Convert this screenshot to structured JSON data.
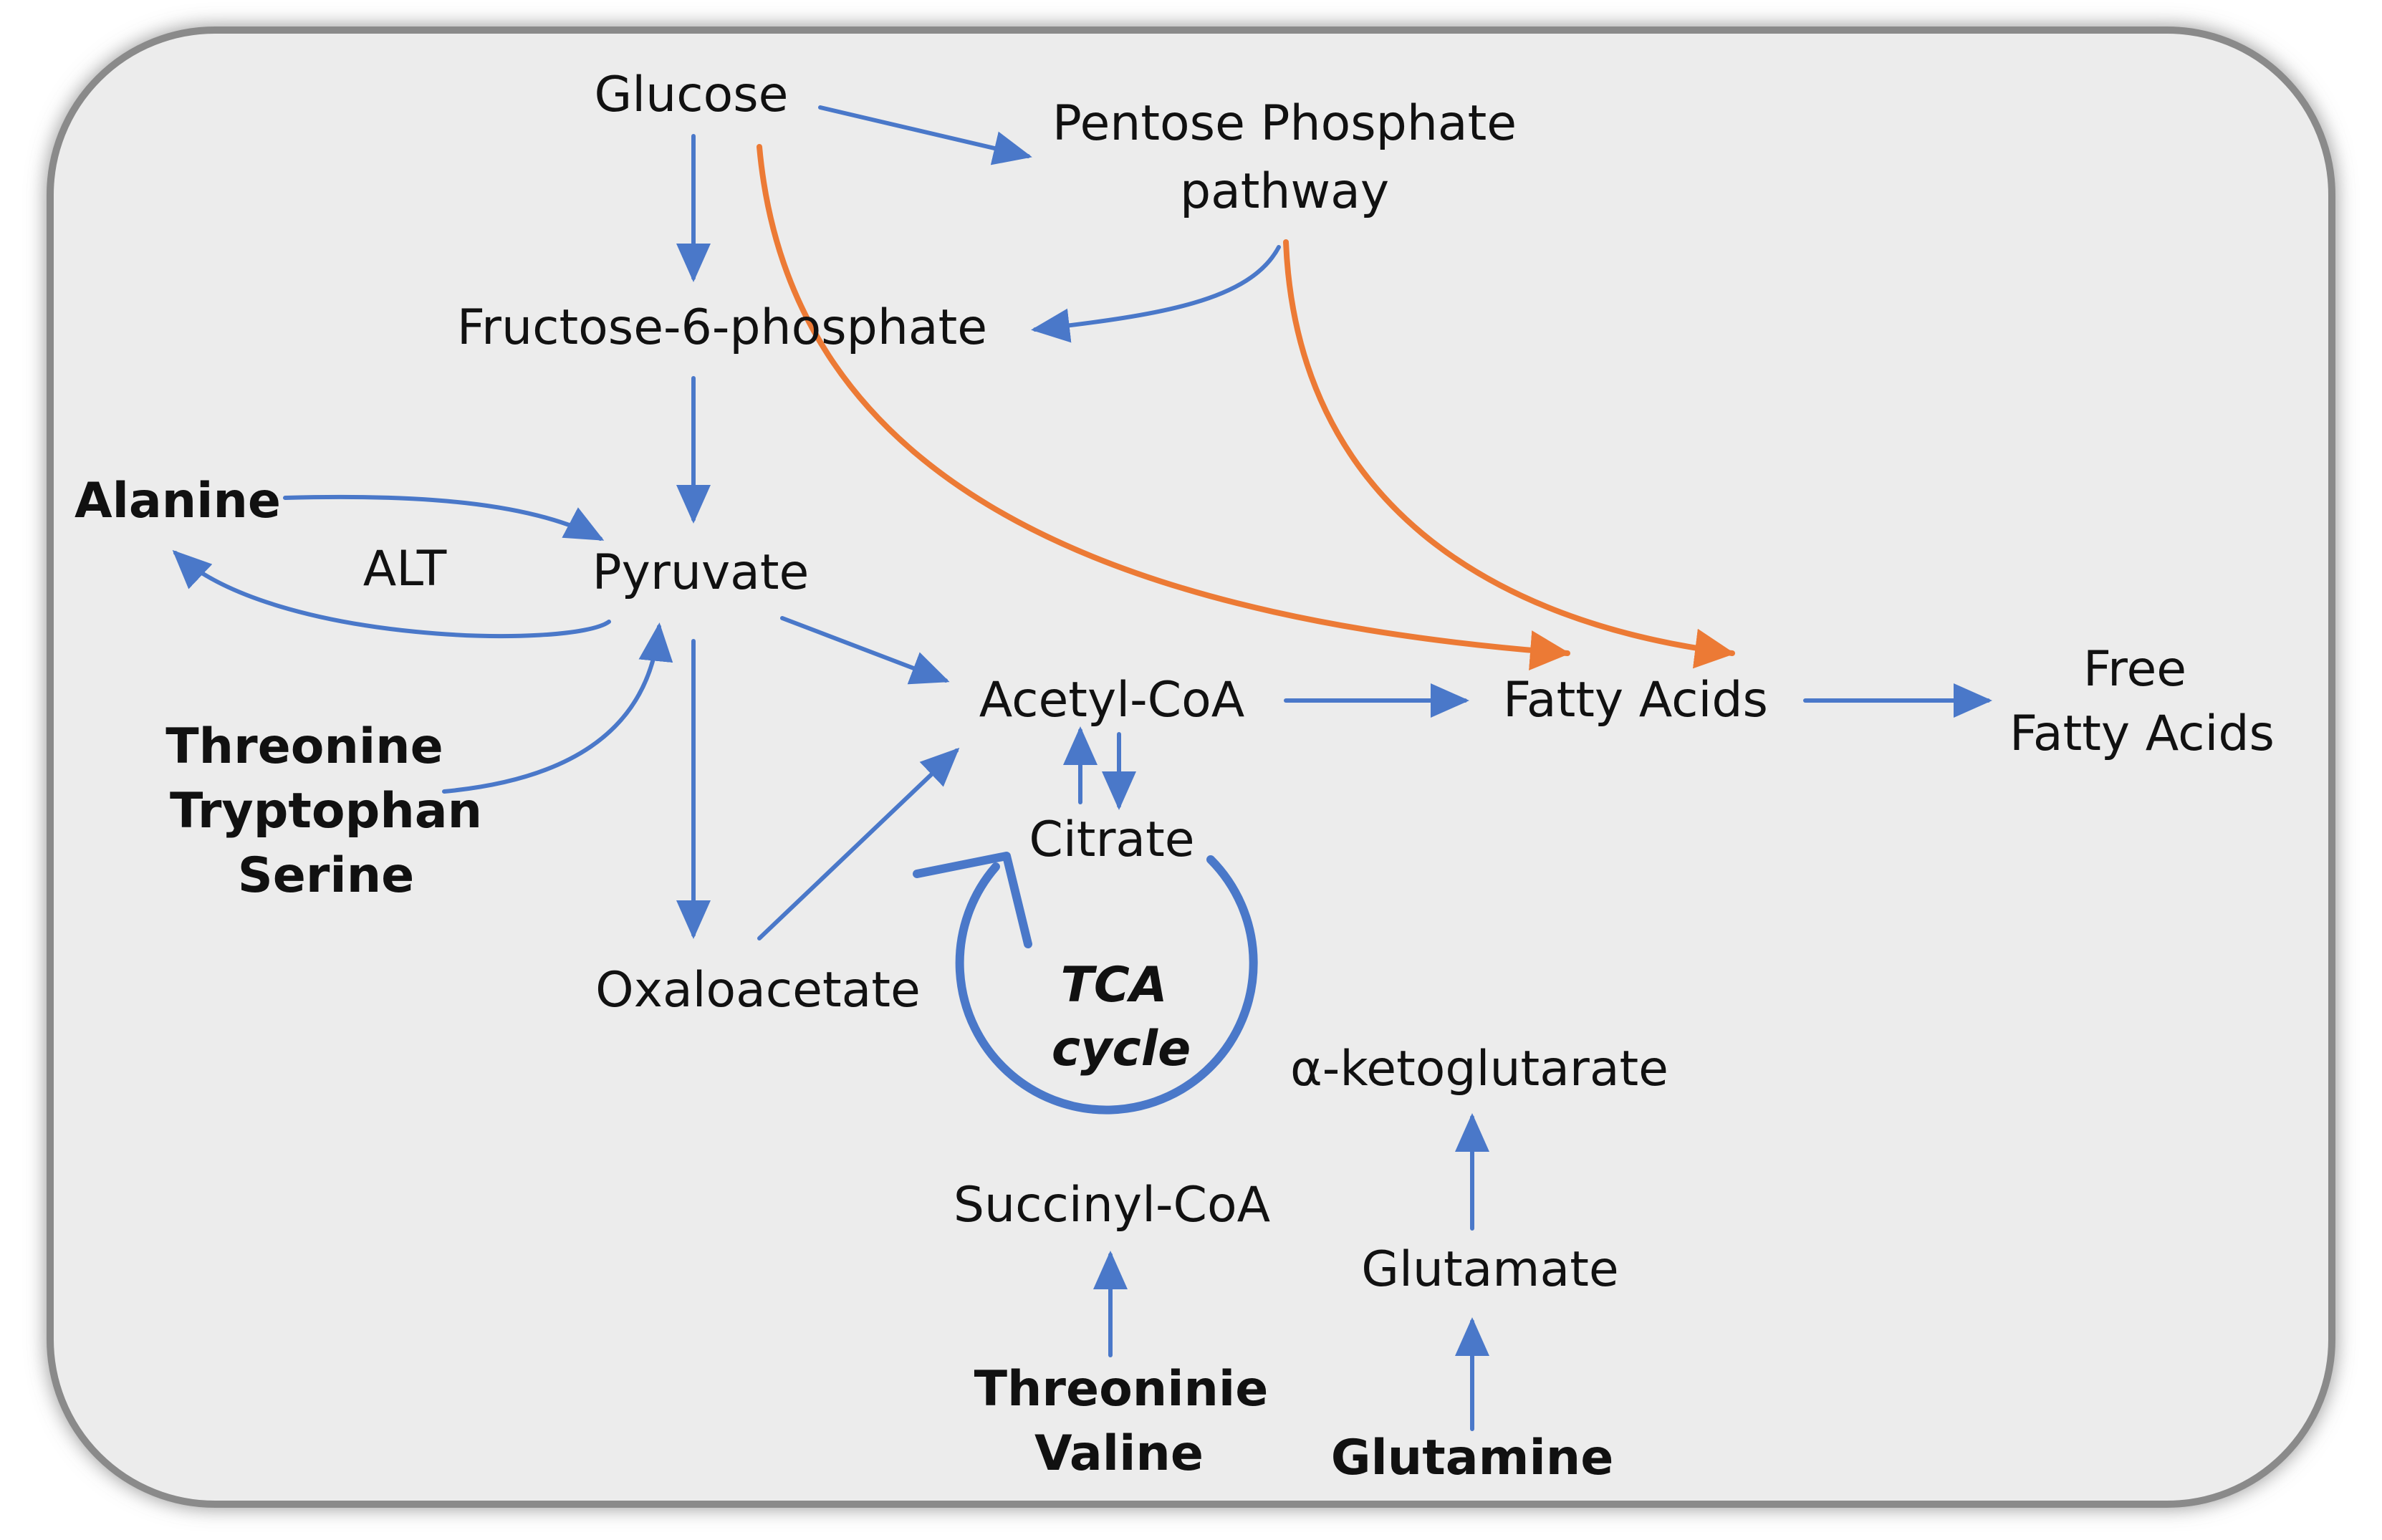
{
  "colors": {
    "panel_fill": "#ececec",
    "panel_border": "#8a8a8a",
    "blue_arrow": "#4a78c9",
    "orange_arrow": "#ec7a35",
    "text": "#111111"
  },
  "labels": {
    "glucose": "Glucose",
    "pentose_1": "Pentose Phosphate",
    "pentose_2": "pathway",
    "fructose": "Fructose-6-phosphate",
    "alanine": "Alanine",
    "alt": "ALT",
    "pyruvate": "Pyruvate",
    "threonine": "Threonine",
    "tryptophan": "Tryptophan",
    "serine": "Serine",
    "acetyl_coa": "Acetyl-CoA",
    "fatty_acids": "Fatty Acids",
    "free_1": "Free",
    "free_2": "Fatty Acids",
    "citrate": "Citrate",
    "oxaloacetate": "Oxaloacetate",
    "tca_1": "TCA",
    "tca_2": "cycle",
    "akg": "α-ketoglutarate",
    "succinyl_coa": "Succinyl-CoA",
    "glutamate": "Glutamate",
    "threoninie": "Threoninie",
    "valine": "Valine",
    "glutamine": "Glutamine"
  }
}
